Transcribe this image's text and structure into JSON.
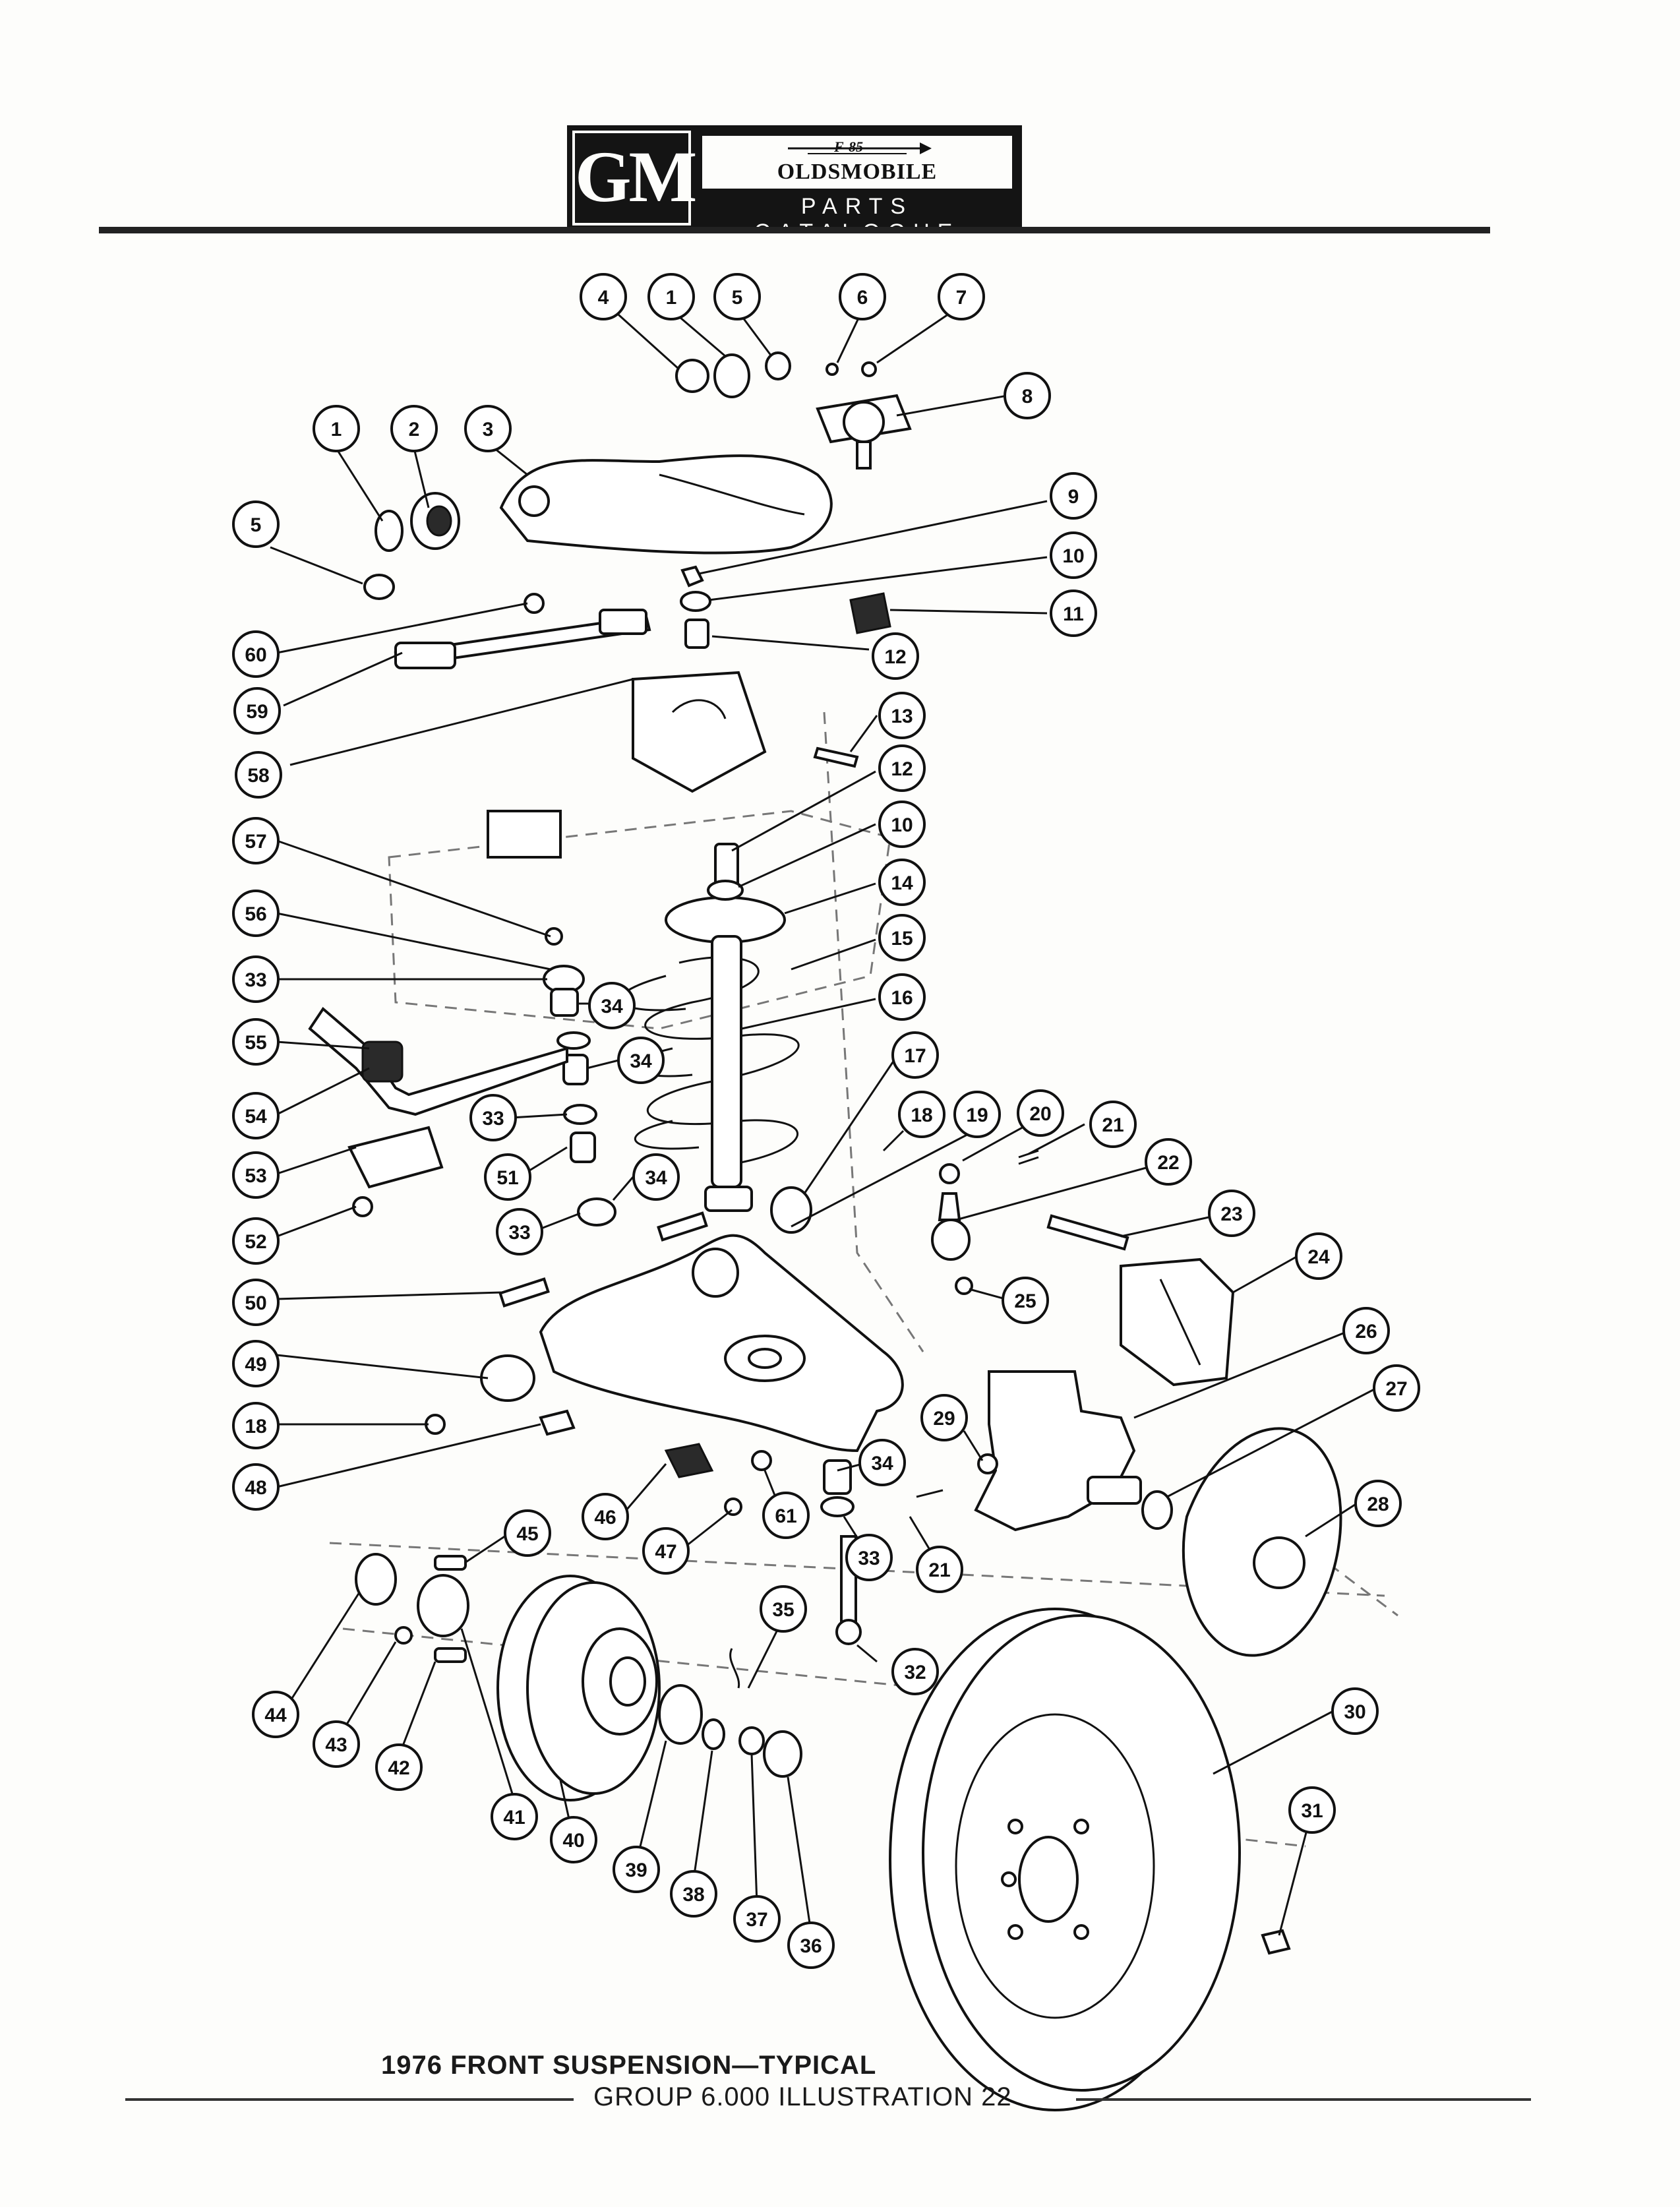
{
  "header": {
    "logo_text": "GM",
    "brand_mark": "F-85",
    "brand_name": "OLDSMOBILE",
    "catalogue_label": "PARTS CATALOGUE"
  },
  "figure": {
    "caption": "1976 FRONT SUSPENSION—TYPICAL",
    "footer": "GROUP 6.000 ILLUSTRATION 22"
  },
  "callouts": [
    "4",
    "1",
    "5",
    "6",
    "7",
    "8",
    "1",
    "2",
    "3",
    "5",
    "9",
    "10",
    "11",
    "12",
    "60",
    "59",
    "58",
    "13",
    "12",
    "10",
    "57",
    "14",
    "56",
    "15",
    "33",
    "34",
    "55",
    "16",
    "34",
    "17",
    "54",
    "33",
    "18",
    "19",
    "20",
    "21",
    "53",
    "51",
    "34",
    "22",
    "52",
    "33",
    "23",
    "24",
    "50",
    "25",
    "26",
    "49",
    "27",
    "18",
    "29",
    "48",
    "34",
    "28",
    "46",
    "61",
    "47",
    "33",
    "21",
    "45",
    "44",
    "35",
    "43",
    "42",
    "32",
    "41",
    "40",
    "39",
    "38",
    "37",
    "36",
    "30",
    "31"
  ],
  "colors": {
    "ink": "#111111",
    "paper": "#fdfdfb",
    "header_bg": "#141414"
  }
}
